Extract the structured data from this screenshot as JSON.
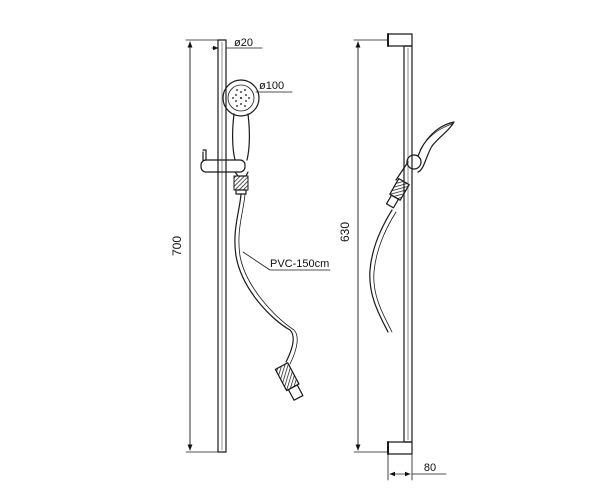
{
  "front_view": {
    "height_label": "700",
    "rail_diameter_label": "ø20",
    "head_diameter_label": "ø100",
    "hose_label": "PVC-150cm"
  },
  "side_view": {
    "height_label": "630",
    "depth_label": "80"
  },
  "colors": {
    "line": "#1a1a1a",
    "background": "#ffffff"
  }
}
